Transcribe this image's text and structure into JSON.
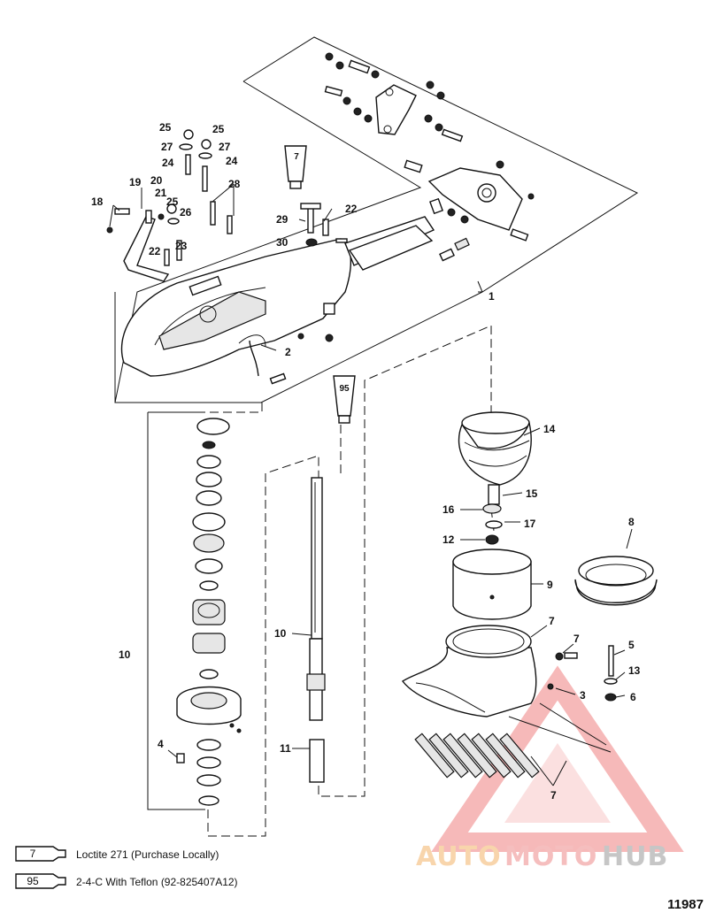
{
  "figure_number": "11987",
  "legend": [
    {
      "code": "7",
      "text": "Loctite 271 (Purchase Locally)"
    },
    {
      "code": "95",
      "text": "2-4-C  With Teflon (92-825407A12)"
    }
  ],
  "tube_labels": {
    "loctite": "7",
    "teflon": "95"
  },
  "callouts": {
    "c1": "1",
    "c2": "2",
    "c3": "3",
    "c4": "4",
    "c5": "5",
    "c6": "6",
    "c7a": "7",
    "c7b": "7",
    "c7c": "7",
    "c8": "8",
    "c9": "9",
    "c10a": "10",
    "c10b": "10",
    "c11": "11",
    "c12": "12",
    "c13": "13",
    "c14": "14",
    "c15": "15",
    "c16": "16",
    "c17": "17",
    "c18": "18",
    "c19": "19",
    "c20": "20",
    "c21": "21",
    "c22a": "22",
    "c22b": "22",
    "c23": "23",
    "c24a": "24",
    "c24b": "24",
    "c25a": "25",
    "c25b": "25",
    "c25c": "25",
    "c26": "26",
    "c27a": "27",
    "c27b": "27",
    "c28": "28",
    "c29": "29",
    "c30": "30"
  },
  "watermark": {
    "part1": "AUTO",
    "part2": "MOTO",
    "part3": "HUB",
    "color1": "#f7c27a",
    "color2": "#f19a9a",
    "color3": "#9a9a9a"
  }
}
